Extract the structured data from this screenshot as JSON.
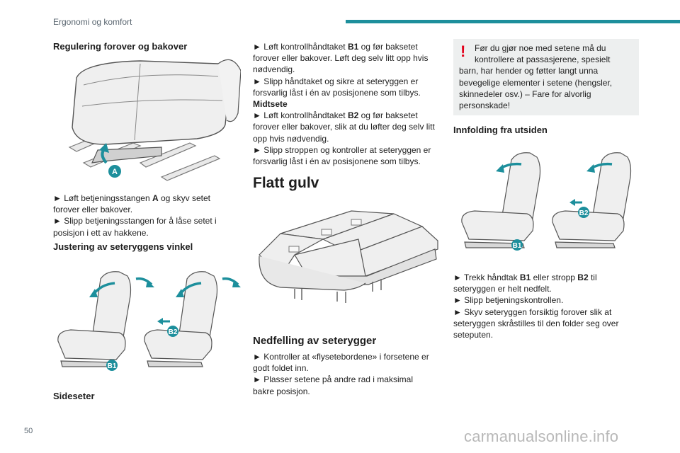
{
  "header": {
    "title": "Ergonomi og komfort",
    "accent_color": "#1d8f9c"
  },
  "page_number": "50",
  "watermark": "carmanualsonline.info",
  "col1": {
    "heading1": "Regulering forover og bakover",
    "fig1_label": "A",
    "para1": [
      {
        "pre": "► Løft betjeningsstangen ",
        "bold": "A",
        "post": " og skyv setet"
      },
      {
        "pre": "forover eller bakover.",
        "bold": "",
        "post": ""
      },
      {
        "pre": "► Slipp betjeningsstangen for å låse setet i",
        "bold": "",
        "post": ""
      },
      {
        "pre": "posisjon i ett av hakkene.",
        "bold": "",
        "post": ""
      }
    ],
    "heading2": "Justering av seteryggens vinkel",
    "fig2_labels": [
      "B1",
      "B2"
    ],
    "heading3": "Sideseter"
  },
  "col2": {
    "lines": [
      {
        "pre": "► Løft kontrollhåndtaket ",
        "bold": "B1",
        "post": " og før baksetet"
      },
      {
        "pre": "forover eller bakover. Løft deg selv litt opp hvis",
        "bold": "",
        "post": ""
      },
      {
        "pre": "nødvendig.",
        "bold": "",
        "post": ""
      },
      {
        "pre": "► Slipp håndtaket og sikre at seteryggen er",
        "bold": "",
        "post": ""
      },
      {
        "pre": "forsvarlig låst i én av posisjonene som tilbys.",
        "bold": "",
        "post": ""
      },
      {
        "pre": "",
        "bold": "Midtsete",
        "post": ""
      },
      {
        "pre": "► Løft kontrollhåndtaket ",
        "bold": "B2",
        "post": " og før baksetet"
      },
      {
        "pre": "forover eller bakover, slik at du løfter deg selv litt",
        "bold": "",
        "post": ""
      },
      {
        "pre": "opp hvis nødvendig.",
        "bold": "",
        "post": ""
      },
      {
        "pre": "► Slipp stroppen og kontroller at seteryggen er",
        "bold": "",
        "post": ""
      },
      {
        "pre": "forsvarlig låst i én av posisjonene som tilbys.",
        "bold": "",
        "post": ""
      }
    ],
    "heading_big": "Flatt gulv",
    "heading_med": "Nedfelling av seterygger",
    "lines2": [
      "► Kontroller at «flysetebordene» i forsetene er",
      "godt foldet inn.",
      "► Plasser setene på andre rad i maksimal",
      "bakre posisjon."
    ]
  },
  "col3": {
    "warning": {
      "icon": "!",
      "lines": [
        "Før du gjør noe med setene må du",
        "kontrollere at passasjerene, spesielt",
        "barn, har hender og føtter langt unna",
        "bevegelige elementer i setene (hengsler,",
        "skinnedeler osv.) – Fare for alvorlig",
        "personskade!"
      ]
    },
    "heading": "Innfolding fra utsiden",
    "fig_labels": [
      "B1",
      "B2"
    ],
    "lines": [
      {
        "pre": "► Trekk håndtak ",
        "bold": "B1",
        "post": " eller stropp "
      },
      {
        "pre": "seteryggen er helt nedfelt.",
        "bold": "",
        "post": ""
      },
      {
        "pre": "► Slipp betjeningskontrollen.",
        "bold": "",
        "post": ""
      },
      {
        "pre": "► Skyv seteryggen forsiktig forover slik at",
        "bold": "",
        "post": ""
      },
      {
        "pre": "seteryggen skråstilles til den folder seg over",
        "bold": "",
        "post": ""
      },
      {
        "pre": "seteputen.",
        "bold": "",
        "post": ""
      }
    ],
    "line1_bold2": "B2",
    "line1_tail": " til"
  }
}
